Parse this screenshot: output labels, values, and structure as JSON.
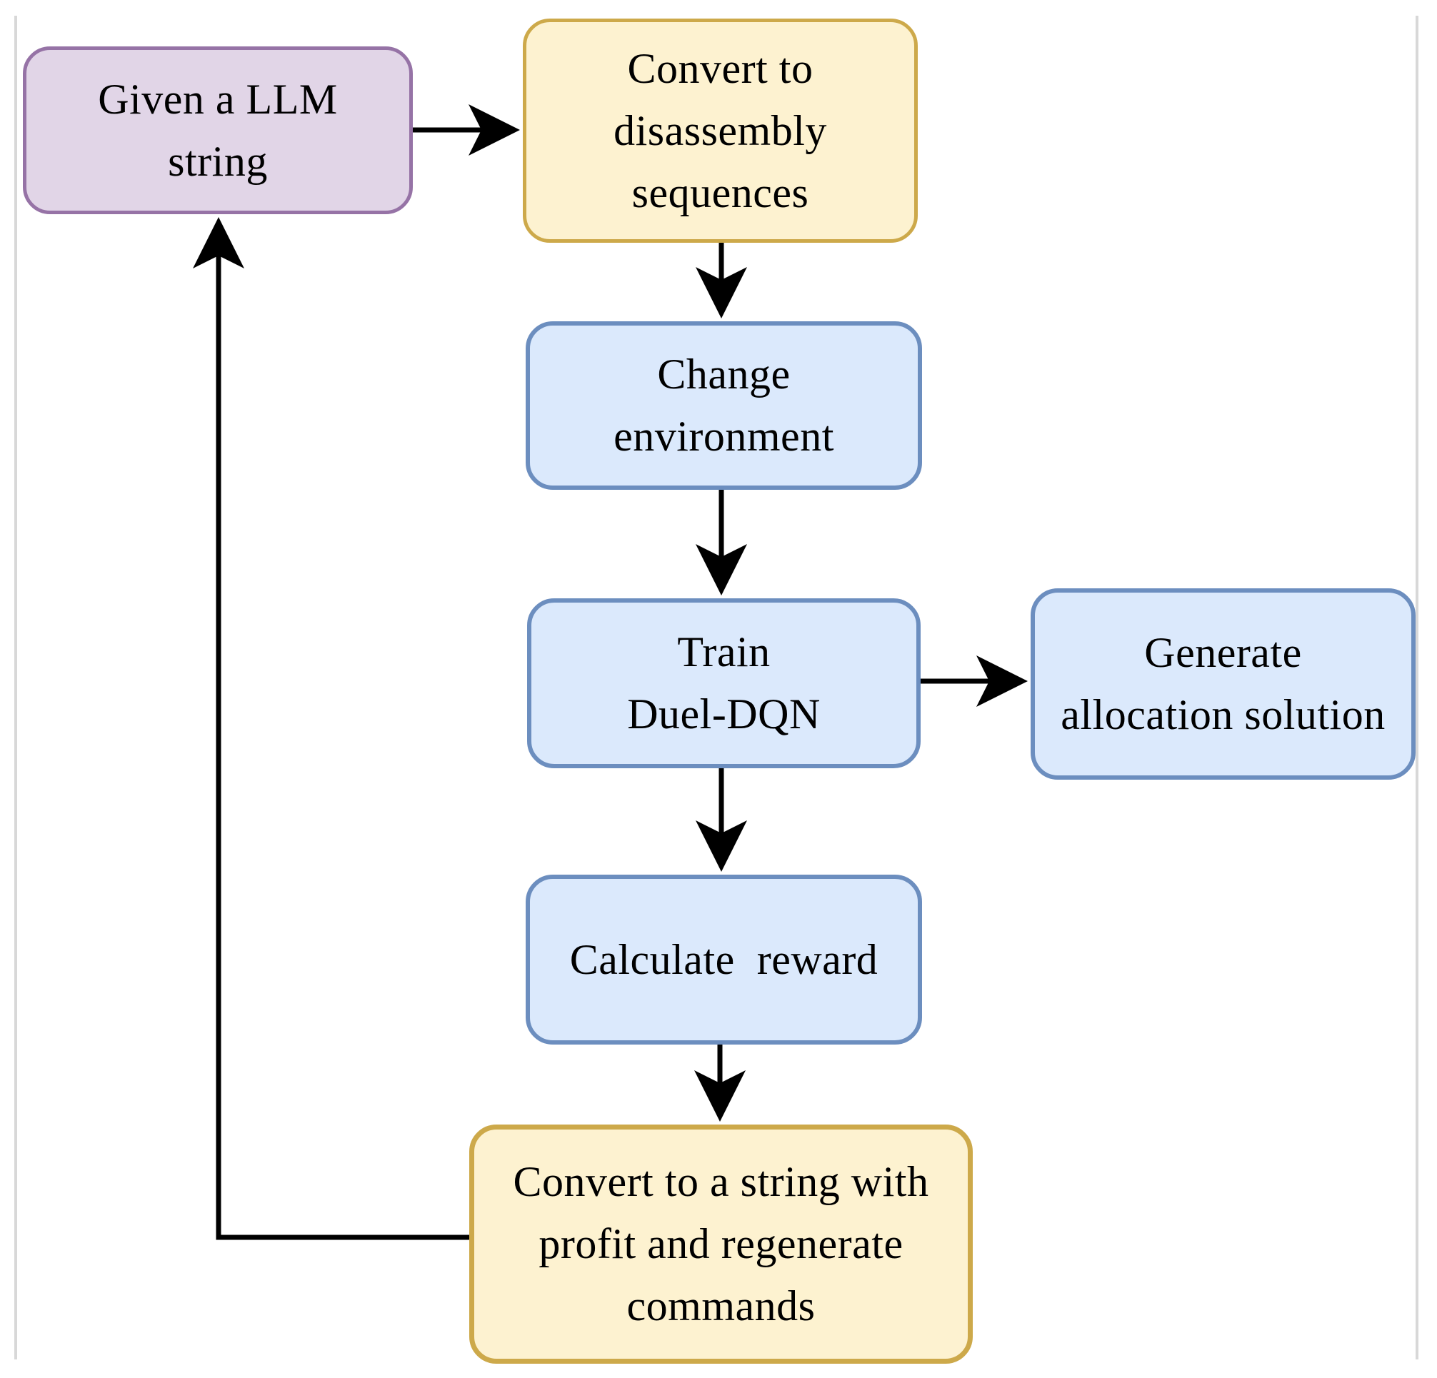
{
  "figure": {
    "type": "flowchart",
    "background": "#ffffff",
    "frame_line_color": "#d8d8d8",
    "edge_color": "#000000",
    "nodes": [
      {
        "id": "given-llm-string",
        "label": "Given a LLM\nstring",
        "fill": "#e1d5e7",
        "stroke": "#9673a6"
      },
      {
        "id": "convert-disassembly",
        "label": "Convert to\ndisassembly\nsequences",
        "fill": "#fdf2d0",
        "stroke": "#cda94a"
      },
      {
        "id": "change-environment",
        "label": "Change\nenvironment",
        "fill": "#dbe9fc",
        "stroke": "#6c8ebf"
      },
      {
        "id": "train-duel-dqn",
        "label": "Train\nDuel-DQN",
        "fill": "#dbe9fc",
        "stroke": "#6c8ebf"
      },
      {
        "id": "generate-allocation",
        "label": "Generate\nallocation solution",
        "fill": "#dbe9fc",
        "stroke": "#6c8ebf"
      },
      {
        "id": "calculate-reward",
        "label": "Calculate  reward",
        "fill": "#dbe9fc",
        "stroke": "#6c8ebf"
      },
      {
        "id": "convert-string-profit",
        "label": "Convert to a string with\nprofit and regenerate\ncommands",
        "fill": "#fdf2d0",
        "stroke": "#cda94a"
      }
    ],
    "edges": [
      {
        "from": "given-llm-string",
        "to": "convert-disassembly",
        "direction": "right"
      },
      {
        "from": "convert-disassembly",
        "to": "change-environment",
        "direction": "down"
      },
      {
        "from": "change-environment",
        "to": "train-duel-dqn",
        "direction": "down"
      },
      {
        "from": "train-duel-dqn",
        "to": "generate-allocation",
        "direction": "right"
      },
      {
        "from": "train-duel-dqn",
        "to": "calculate-reward",
        "direction": "down"
      },
      {
        "from": "calculate-reward",
        "to": "convert-string-profit",
        "direction": "down"
      },
      {
        "from": "convert-string-profit",
        "to": "given-llm-string",
        "direction": "left-up-loop"
      }
    ]
  }
}
